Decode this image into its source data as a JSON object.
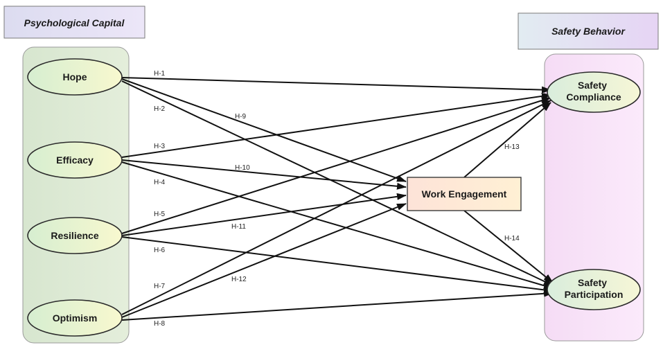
{
  "headers": {
    "left": "Psychological Capital",
    "right": "Safety Behavior"
  },
  "nodes": {
    "hope": "Hope",
    "efficacy": "Efficacy",
    "resilience": "Resilience",
    "optimism": "Optimism",
    "work_engagement": "Work Engagement",
    "safety_compliance": [
      "Safety",
      "Compliance"
    ],
    "safety_participation": [
      "Safety",
      "Participation"
    ]
  },
  "edges": [
    {
      "label": "H-1",
      "from": "hope",
      "to": "safety_compliance"
    },
    {
      "label": "H-2",
      "from": "hope",
      "to": "safety_participation"
    },
    {
      "label": "H-3",
      "from": "efficacy",
      "to": "safety_compliance"
    },
    {
      "label": "H-4",
      "from": "efficacy",
      "to": "safety_participation"
    },
    {
      "label": "H-5",
      "from": "resilience",
      "to": "safety_compliance"
    },
    {
      "label": "H-6",
      "from": "resilience",
      "to": "safety_participation"
    },
    {
      "label": "H-7",
      "from": "optimism",
      "to": "safety_compliance"
    },
    {
      "label": "H-8",
      "from": "optimism",
      "to": "safety_participation"
    },
    {
      "label": "H-9",
      "from": "hope",
      "to": "work_engagement"
    },
    {
      "label": "H-10",
      "from": "efficacy",
      "to": "work_engagement"
    },
    {
      "label": "H-11",
      "from": "resilience",
      "to": "work_engagement"
    },
    {
      "label": "H-12",
      "from": "optimism",
      "to": "work_engagement"
    },
    {
      "label": "H-13",
      "from": "work_engagement",
      "to": "safety_compliance"
    },
    {
      "label": "H-14",
      "from": "work_engagement",
      "to": "safety_participation"
    }
  ]
}
